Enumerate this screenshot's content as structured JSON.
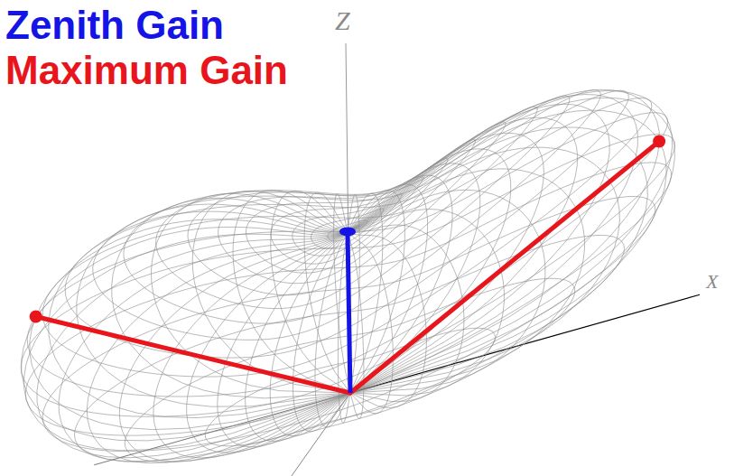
{
  "diagram": {
    "labels": [
      "Zenith Gain",
      "Maximum Gain",
      "Z",
      "X"
    ]
  }
}
